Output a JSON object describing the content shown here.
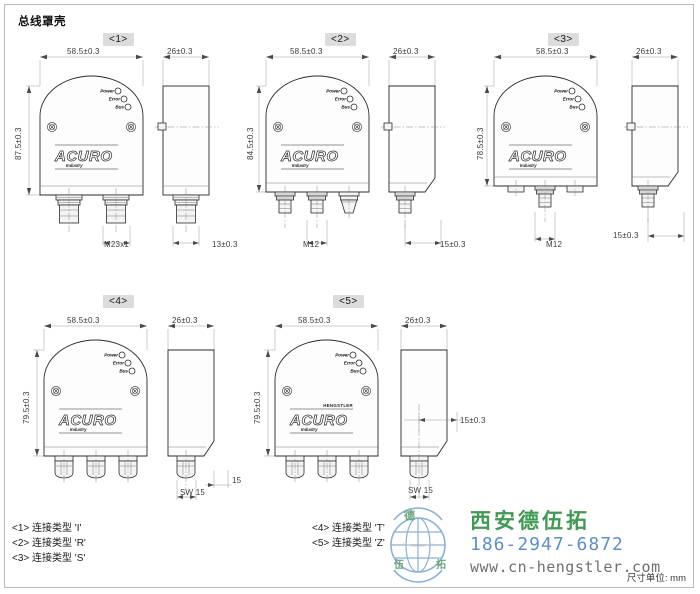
{
  "page": {
    "title": "总线罩壳",
    "units_note": "尺寸单位: mm"
  },
  "views": [
    {
      "tag": "<1>",
      "width_dim": "58.5±0.3",
      "height_dim": "87.5±0.3",
      "side_width_dim": "26±0.3",
      "bottom_dim": "M23x1",
      "side_bottom_dim": "13±0.3",
      "leds": [
        "Power",
        "Error",
        "Bus"
      ],
      "logo": "ACURO",
      "logo_sub": "Industry",
      "brand": "",
      "connectors": 2
    },
    {
      "tag": "<2>",
      "width_dim": "58.5±0.3",
      "height_dim": "84.5±0.3",
      "side_width_dim": "26±0.3",
      "bottom_dim": "M12",
      "side_bottom_dim": "15±0.3",
      "leds": [
        "Power",
        "Error",
        "Bus"
      ],
      "logo": "ACURO",
      "logo_sub": "Industry",
      "brand": "",
      "connectors": 3
    },
    {
      "tag": "<3>",
      "width_dim": "58.5±0.3",
      "height_dim": "78.5±0.3",
      "side_width_dim": "26±0.3",
      "bottom_dim": "M12",
      "side_bottom_dim": "15±0.3",
      "leds": [
        "Power",
        "Error",
        "Bus"
      ],
      "logo": "ACURO",
      "logo_sub": "Industry",
      "brand": "",
      "connectors": 1
    },
    {
      "tag": "<4>",
      "width_dim": "58.5±0.3",
      "height_dim": "79.5±0.3",
      "side_width_dim": "26±0.3",
      "bottom_dim": "SW 15",
      "side_bottom_dim": "15",
      "leds": [
        "Power",
        "Error",
        "Bus"
      ],
      "logo": "ACURO",
      "logo_sub": "Industry",
      "brand": "",
      "connectors": 3
    },
    {
      "tag": "<5>",
      "width_dim": "58.5±0.3",
      "height_dim": "79.5±0.3",
      "side_width_dim": "26±0.3",
      "bottom_dim": "SW 15",
      "side_bottom_dim": "15±0.3",
      "leds": [
        "Power",
        "Error",
        "Bus"
      ],
      "logo": "ACURO",
      "logo_sub": "Industry",
      "brand": "HENGSTLER",
      "connectors": 3
    }
  ],
  "legend": {
    "left": [
      "<1> 连接类型 'I'",
      "<2> 连接类型 'R'",
      "<3> 连接类型 'S'"
    ],
    "right": [
      "<4> 连接类型 'T'",
      "<5> 连接类型 'Z'"
    ]
  },
  "watermark": {
    "company": "西安德伍拓",
    "phone": "186-2947-6872",
    "url": "www.cn-hengstler.com",
    "logo_chars": [
      "德",
      "伍",
      "拓"
    ],
    "colors": {
      "company": "#3f9b52",
      "phone": "#5b8fc9",
      "url": "#6f6f6f",
      "globe": "#6f9fd0"
    }
  }
}
